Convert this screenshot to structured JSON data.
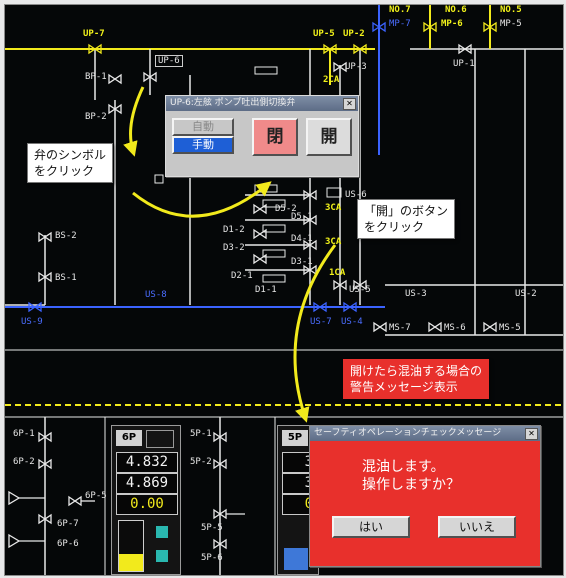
{
  "scada": {
    "valves_top": [
      "UP-7",
      "UP-6",
      "BP-1",
      "BP-2",
      "UP-5",
      "UP-2",
      "UP-3",
      "MP-7",
      "MP-6",
      "MP-5",
      "UP-1"
    ],
    "headers": [
      "NO.7",
      "NO.6",
      "NO.5"
    ],
    "valves_mid": [
      "D5-2",
      "D5-1",
      "D4-1",
      "D3-2",
      "D3-1",
      "D2-1",
      "D1-2",
      "D1-1",
      "US-6",
      "US-5",
      "BS-2",
      "BS-1"
    ],
    "ratings": [
      "2CA",
      "3CA",
      "3CA",
      "1CA"
    ],
    "valves_low": [
      "US-8",
      "US-9",
      "US-7",
      "US-4",
      "US-3",
      "US-2",
      "MS-7",
      "MS-6",
      "MS-5"
    ],
    "bottom_valves": [
      "6P-1",
      "6P-2",
      "6P-7",
      "6P-6",
      "6P-5",
      "5P-1",
      "5P-2",
      "5P-5",
      "5P-6"
    ],
    "panel6": {
      "id": "6P",
      "v1": "4.832",
      "v2": "4.869",
      "v3": "0.00",
      "level": 0.35
    },
    "panel5": {
      "id": "5P",
      "v1": "3.",
      "v2": "3.",
      "v3": "0."
    }
  },
  "valve_dialog": {
    "title": "UP-6:左舷 ポンプ吐出側切換弁",
    "auto_label": "自動",
    "manual_label": "手動",
    "close_label": "閉",
    "open_label": "開",
    "close_label_x": "✕"
  },
  "warning_dialog": {
    "title": "セーフティオペレーションチェックメッセージ",
    "message_line1": "混油します。",
    "message_line2": "操作しますか？",
    "yes_label": "はい",
    "no_label": "いいえ",
    "close_label_x": "✕"
  },
  "callouts": {
    "valve_symbol_line1": "弁のシンボル",
    "valve_symbol_line2": "をクリック",
    "open_button_line1": "「開」のボタン",
    "open_button_line2": "をクリック",
    "warning_line1": "開けたら混油する場合の",
    "warning_line2": "警告メッセージ表示"
  },
  "colors": {
    "pipe_yellow": "#f2ea1c",
    "pipe_blue": "#3b63ff",
    "pipe_white": "#e8e8e8",
    "warn_red": "#e8302c",
    "callout_red": "#e8302c",
    "accent_btn": "#f08a8a"
  }
}
